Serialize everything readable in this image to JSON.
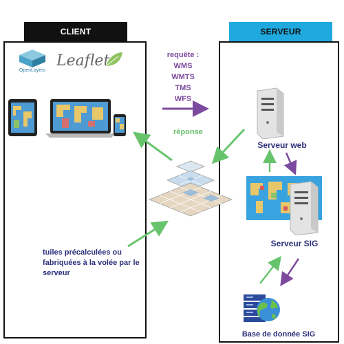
{
  "headers": {
    "client": "CLIENT",
    "server": "SERVEUR"
  },
  "logos": {
    "openlayers": "OpenLayers",
    "leaflet": "Leaflet"
  },
  "request": {
    "title": "requête :",
    "protocols": [
      "WMS",
      "WMTS",
      "TMS",
      "WFS"
    ]
  },
  "response_label": "réponse",
  "tiles_note": "tuiles précalculées ou fabriquées à la volée par le serveur",
  "server_web_label": "Serveur web",
  "server_sig_label": "Serveur SIG",
  "database_label": "Base de donnée SIG",
  "colors": {
    "green_arrow": "#67c46d",
    "purple_arrow": "#7b4a9e",
    "server_header": "#1fa9df",
    "client_header": "#111111",
    "navy_text": "#2b2f7a"
  },
  "icons": [
    "openlayers-icon",
    "leaflet-icon",
    "tablet-icon",
    "laptop-icon",
    "phone-icon",
    "server-icon",
    "world-map-icon",
    "database-icon",
    "globe-icon",
    "tile-pyramid-icon"
  ]
}
